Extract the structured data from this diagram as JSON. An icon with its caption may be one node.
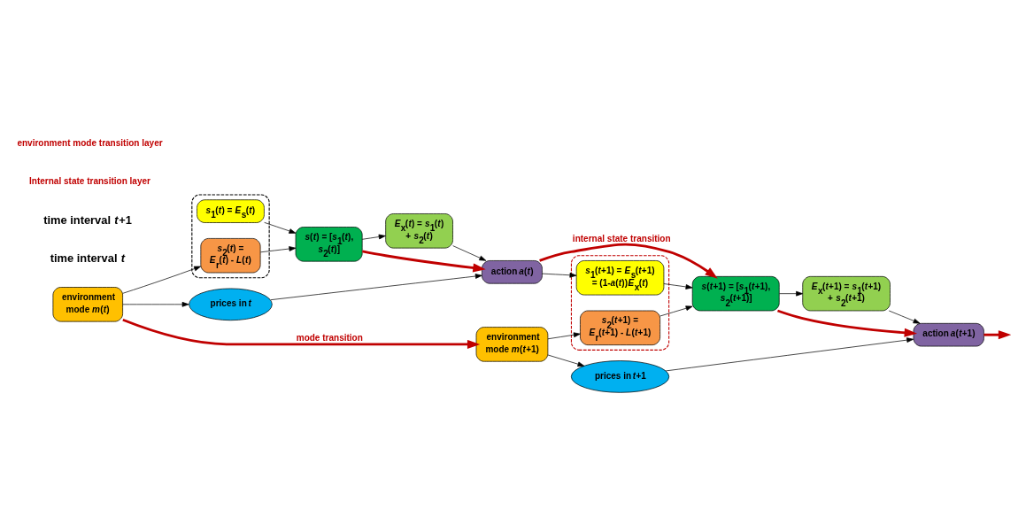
{
  "diagram": {
    "nodes": [
      {
        "text": [],
        "shape": "box"
      },
      {
        "text": [
          "*s*$_{1}$(*t*) = *E*$_{s}$(*t*)"
        ],
        "in": 0
      },
      {
        "text": [
          "*s*$_{2}$(*t*) = *E*$_{r}$(*t*) - *L*(*t*)"
        ],
        "in": 0
      },
      {
        "text": [
          "*E*$_{x}$(*t*) = *s*$_{1}$(*t*) + *s*$_{2}$(*t*)"
        ]
      },
      {
        "text": [
          "*s*(*t*) = [*s*$_{1}$(*t*), *s*$_{2}$(*t*)]"
        ]
      },
      {
        "text": [
          "action *a*(*t*)"
        ]
      },
      {
        "text": [
          "prices in *t*"
        ]
      },
      {
        "text": [],
        "shape": "box"
      },
      {
        "text": [
          "*s*$_{1}$(*t*+1) = *E*$_{s}$(*t*+1) = (1-*a*(*t*))*E*$_{x}$(*t*)"
        ],
        "in": 7
      },
      {
        "text": [
          "*s*$_{2}$(*t*+1) = *E*$_{r}$(*t*+1) - *L*(*t*+1)"
        ],
        "in": 7
      },
      {
        "text": [
          "*E*$_{x}$(*t*+1) = *s*$_{1}$(*t*+1) + *s*$_{2}$(*t*+1)"
        ]
      },
      {
        "text": [
          "*s*(*t*+1) = [*s*$_{1}$(*t*+1), *s*$_{2}$(*t*+1)]"
        ]
      },
      {
        "text": [
          "action *a*(*t*+1)"
        ]
      },
      {
        "text": [
          "prices in *t*+1"
        ]
      },
      {
        "text": [
          "environment mode *m*(*t*)"
        ]
      },
      {
        "text": [
          "environment mode *m*(*t*+1)"
        ]
      }
    ],
    "edges": [
      {
        "from": 1,
        "to": 4,
        "arrow": "to"
      },
      {
        "from": 2,
        "to": 4,
        "arrow": "to"
      },
      {
        "from": 4,
        "to": 3,
        "arrow": "to"
      },
      {
        "from": 3,
        "to": 5,
        "arrow": "to"
      },
      {
        "from": 4,
        "to": 5,
        "arrow": "to",
        "style": "thick",
        "color": "#c00000"
      },
      {
        "from": 6,
        "to": 5,
        "arrow": "to"
      },
      {
        "from": 5,
        "to": 8,
        "arrow": "to"
      },
      {
        "from": 5,
        "to": 11,
        "arrow": "to",
        "label": "internal state transition",
        "style": "thick",
        "color": "#c00000"
      },
      {
        "from": 8,
        "to": 11,
        "arrow": "to"
      },
      {
        "from": 9,
        "to": 11,
        "arrow": "to"
      },
      {
        "from": 11,
        "to": 10,
        "arrow": "to"
      },
      {
        "from": 10,
        "to": 12,
        "arrow": "to"
      },
      {
        "from": 11,
        "to": 12,
        "arrow": "to",
        "style": "thick",
        "color": "#c00000"
      },
      {
        "from": 13,
        "to": 12,
        "arrow": "to"
      },
      {
        "from": 12,
        "to": null,
        "arrow": "to",
        "style": "thick",
        "color": "#c00000"
      },
      {
        "from": 14,
        "to": 2,
        "arrow": "to"
      },
      {
        "from": 14,
        "to": 6,
        "arrow": "to"
      },
      {
        "from": 14,
        "to": 15,
        "arrow": "to",
        "label": "mode transition",
        "style": "thick",
        "color": "#c00000"
      },
      {
        "from": 15,
        "to": 9,
        "arrow": "to"
      },
      {
        "from": 15,
        "to": 13,
        "arrow": "to"
      }
    ],
    "labels": [
      "time interval *t*",
      "time interval *t*+1",
      "Internal state transition layer",
      "environment mode transition layer"
    ]
  }
}
